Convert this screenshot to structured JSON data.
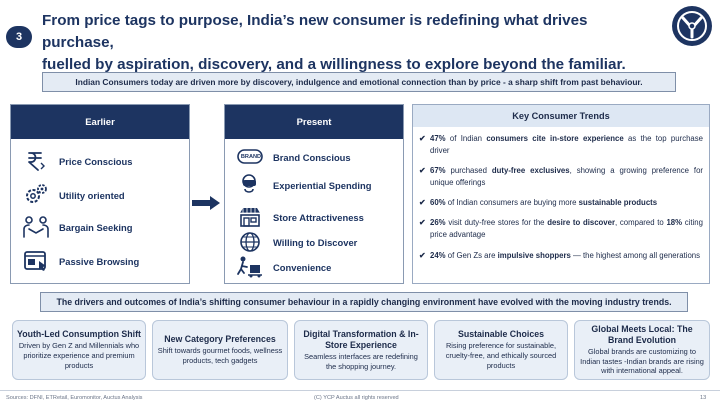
{
  "slide_number": "3",
  "headline_line1": "From price tags to purpose, India’s new consumer is redefining what drives purchase,",
  "headline_line2": "fuelled by aspiration, discovery, and a willingness to explore beyond the familiar.",
  "logo_icon": "brand-logo-icon",
  "banner_top": "Indian Consumers today are driven more by discovery, indulgence and emotional connection than by price -  a sharp shift from past behaviour.",
  "earlier": {
    "title": "Earlier",
    "items": [
      {
        "label": "Price Conscious",
        "icon": "rupee-icon"
      },
      {
        "label": "Utility oriented",
        "icon": "gears-icon"
      },
      {
        "label": "Bargain Seeking",
        "icon": "handshake-icon"
      },
      {
        "label": "Passive Browsing",
        "icon": "browser-icon"
      }
    ]
  },
  "present": {
    "title": "Present",
    "brand_badge": "BRAND",
    "items": [
      {
        "label": "Brand Conscious",
        "icon": "brand-badge-icon"
      },
      {
        "label": "Experiential Spending",
        "icon": "vr-headset-icon"
      },
      {
        "label": "Store Attractiveness",
        "icon": "storefront-icon"
      },
      {
        "label": "Willing to Discover",
        "icon": "globe-icon"
      },
      {
        "label": "Convenience",
        "icon": "delivery-icon"
      }
    ]
  },
  "trends": {
    "title": "Key Consumer Trends",
    "items": [
      {
        "p1": "47%",
        "p2": " of Indian ",
        "p3": "consumers cite in-store experience",
        "p4": " as the top purchase driver"
      },
      {
        "p1": "67%",
        "p2": " purchased ",
        "p3": "duty-free exclusives",
        "p4": ", showing a growing preference for unique offerings"
      },
      {
        "p1": "60%",
        "p2": " of Indian consumers are buying more ",
        "p3": "sustainable products",
        "p4": ""
      },
      {
        "p1": "26%",
        "p2": " visit duty-free stores for the ",
        "p3": "desire to discover",
        "p4": ", compared to ",
        "p5": "18%",
        "p6": " citing price advantage"
      },
      {
        "p1": "24%",
        "p2": " of Gen Zs are ",
        "p3": "impulsive shoppers",
        "p4": " — the highest among all generations"
      }
    ]
  },
  "banner_bottom": "The drivers and outcomes of India’s shifting consumer behaviour in a rapidly changing environment have evolved with the moving industry trends.",
  "cards": [
    {
      "title": "Youth-Led Consumption Shift",
      "desc": "Driven by Gen Z and Millennials who prioritize experience and premium products"
    },
    {
      "title": "New Category Preferences",
      "desc": "Shift towards gourmet foods, wellness products, tech gadgets"
    },
    {
      "title": "Digital Transformation & In-Store Experience",
      "desc": "Seamless interfaces are redefining the shopping journey."
    },
    {
      "title": "Sustainable Choices",
      "desc": "Rising preference for sustainable, cruelty-free, and ethically sourced products"
    },
    {
      "title": "Global Meets Local: The Brand Evolution",
      "desc": "Global brands are customizing to Indian tastes -Indian brands are rising with international appeal."
    }
  ],
  "footer": {
    "sources": "Sources: DFNI, ETRetail, Euromonitor, Auctus Analysis",
    "copyright": "(C) YCP Auctus all rights reserved",
    "page": "13"
  },
  "colors": {
    "navy": "#1d3461",
    "banner_bg": "#e4ebf4",
    "card_bg": "#e9eff7",
    "trend_head_bg": "#dde7f3"
  }
}
